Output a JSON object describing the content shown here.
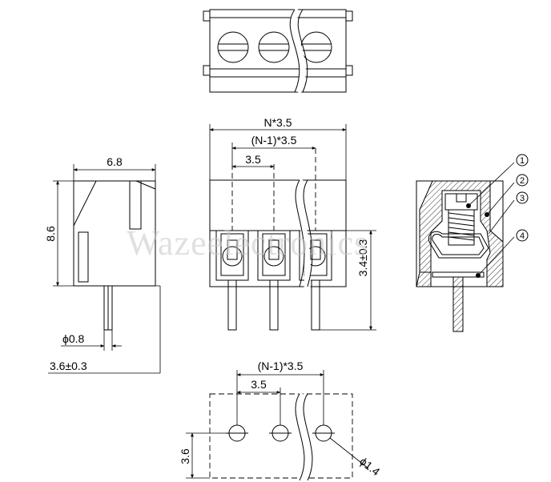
{
  "watermark": "Wazeelectronics",
  "dimensions": {
    "pitch_total": "N*3.5",
    "pitch_n_minus_1": "(N-1)*3.5",
    "pitch": "3.5",
    "width": "6.8",
    "height": "8.6",
    "pin_length": "3.4±0.3",
    "pin_diameter": "ϕ0.8",
    "pin_offset": "3.6±0.3",
    "footprint_pitch_n_minus_1": "(N-1)*3.5",
    "footprint_pitch": "3.5",
    "footprint_row": "3.6",
    "hole_diameter": "ϕ1.4"
  },
  "callouts": [
    "1",
    "2",
    "3",
    "4"
  ]
}
